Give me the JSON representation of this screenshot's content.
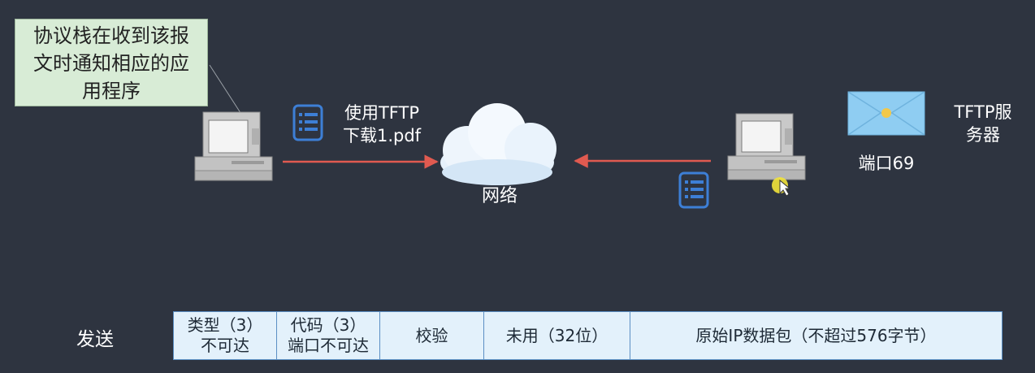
{
  "callout": {
    "lines": [
      "协议栈在收到该报",
      "文时通知相应的应",
      "用程序"
    ]
  },
  "client": {
    "label_line1": "使用TFTP",
    "label_line2": "下载1.pdf"
  },
  "network": {
    "label": "网络"
  },
  "server": {
    "port_label": "端口69",
    "title_line1": "TFTP服",
    "title_line2": "务器"
  },
  "packet": {
    "direction_label": "发送",
    "fields": [
      {
        "line1": "类型（3）",
        "line2": "不可达"
      },
      {
        "line1": "代码（3）",
        "line2": "端口不可达"
      },
      {
        "line1": "校验",
        "line2": ""
      },
      {
        "line1": "未用（32位）",
        "line2": ""
      },
      {
        "line1": "原始IP数据包（不超过576字节）",
        "line2": ""
      }
    ]
  },
  "colors": {
    "background": "#2e3440",
    "arrow": "#e05a50",
    "document_icon": "#3d7fd6",
    "envelope": "#8fcdf2",
    "callout_bg": "#d8ecd6",
    "table_bg": "#e3f1fb"
  }
}
